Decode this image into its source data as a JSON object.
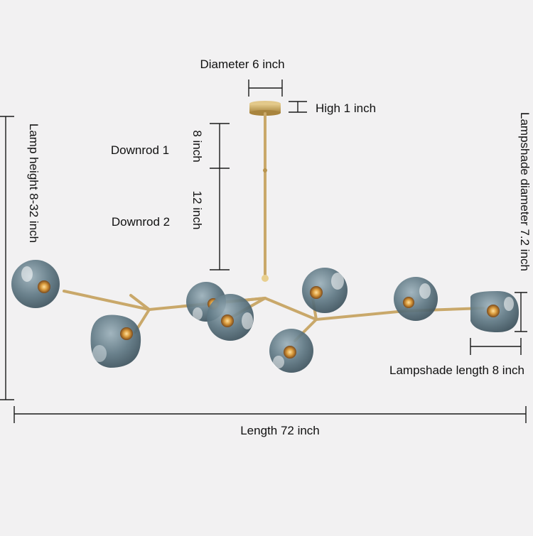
{
  "labels": {
    "canopy_diameter": "Diameter 6 inch",
    "canopy_high": "High 1 inch",
    "downrod_1": "Downrod 1",
    "downrod_1_length": "8 inch",
    "downrod_2": "Downrod 2",
    "downrod_2_length": "12 inch",
    "lamp_height": "Lamp height 8-32 inch",
    "lampshade_diameter": "Lampshade diameter 7.2 inch",
    "lampshade_length": "Lampshade length 8 inch",
    "total_length": "Length 72 inch"
  },
  "colors": {
    "background": "#f2f1f2",
    "brass": "#c9a86a",
    "glass": "#5d7682",
    "bulb": "#d99a3c"
  }
}
